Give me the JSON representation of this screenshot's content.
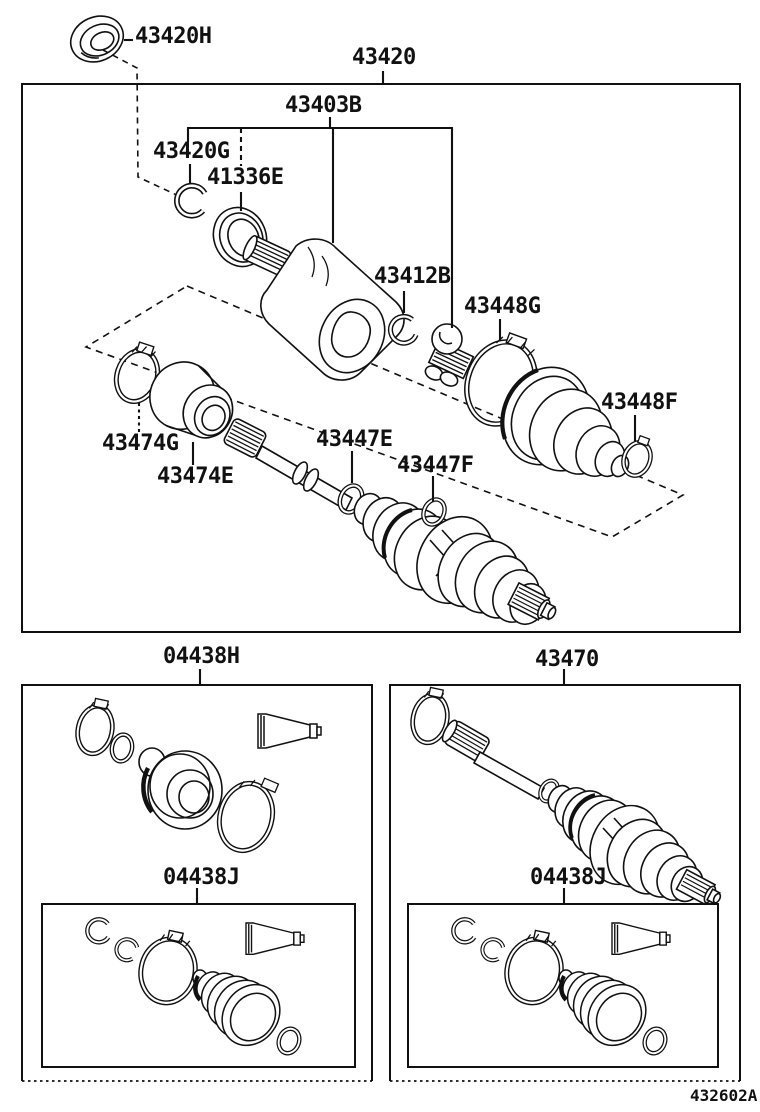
{
  "figure": {
    "code": "432602A"
  },
  "colors": {
    "ink": "#111111",
    "background": "#ffffff"
  },
  "labels": {
    "l_43420H": "43420H",
    "l_43420": "43420",
    "l_43403B": "43403B",
    "l_43420G": "43420G",
    "l_41336E": "41336E",
    "l_43412B": "43412B",
    "l_43448G": "43448G",
    "l_43448F": "43448F",
    "l_43474G": "43474G",
    "l_43474E": "43474E",
    "l_43447E": "43447E",
    "l_43447F": "43447F",
    "l_04438H": "04438H",
    "l_43470": "43470",
    "l_04438J_left": "04438J",
    "l_04438J_right": "04438J"
  }
}
